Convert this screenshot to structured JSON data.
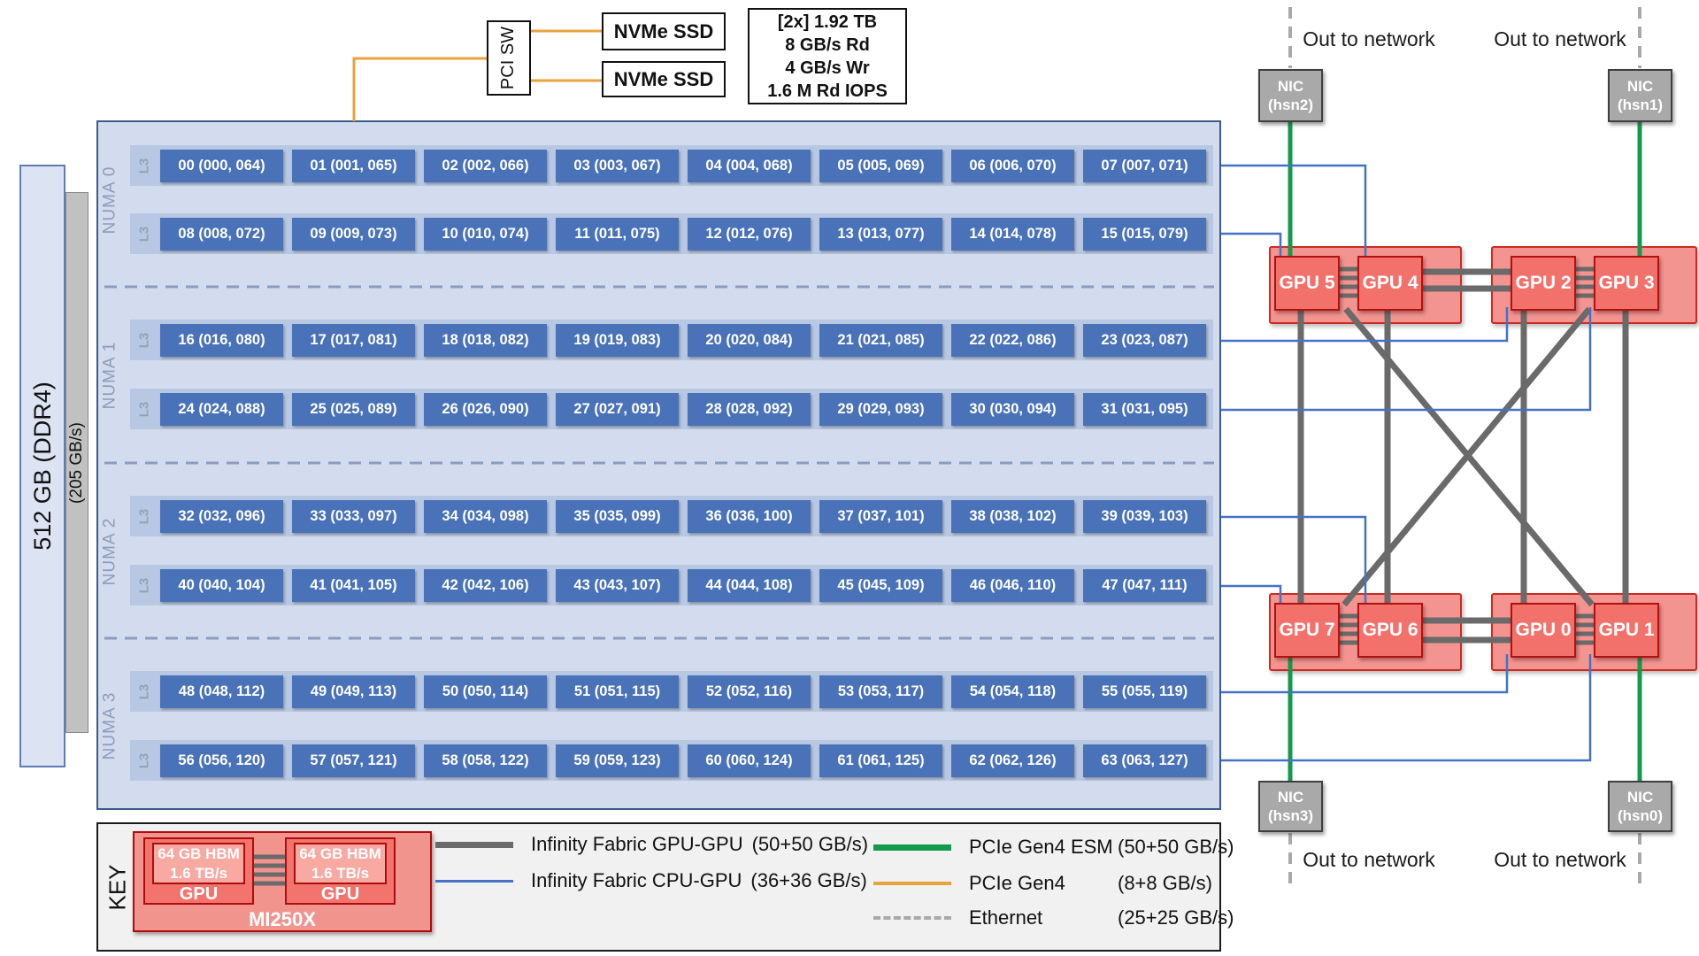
{
  "memory": {
    "dimm_label": "512 GB  (DDR4)",
    "bandwidth_label": "(205 GB/s)"
  },
  "storage": {
    "pci_switch_label": "PCI SW",
    "nvme_labels": [
      "NVMe SSD",
      "NVMe SSD"
    ],
    "stats_lines": [
      "[2x] 1.92 TB",
      "8 GB/s Rd",
      "4 GB/s Wr",
      "1.6 M Rd IOPS"
    ]
  },
  "cpu": {
    "numa_domains": [
      {
        "label": "NUMA 0",
        "rows": [
          {
            "cache": "L3",
            "cores": [
              "00 (000, 064)",
              "01 (001, 065)",
              "02 (002, 066)",
              "03 (003, 067)",
              "04 (004, 068)",
              "05 (005, 069)",
              "06 (006, 070)",
              "07 (007, 071)"
            ]
          },
          {
            "cache": "L3",
            "cores": [
              "08 (008, 072)",
              "09 (009, 073)",
              "10 (010, 074)",
              "11 (011, 075)",
              "12 (012, 076)",
              "13 (013, 077)",
              "14 (014, 078)",
              "15 (015, 079)"
            ]
          }
        ]
      },
      {
        "label": "NUMA 1",
        "rows": [
          {
            "cache": "L3",
            "cores": [
              "16 (016, 080)",
              "17 (017, 081)",
              "18 (018, 082)",
              "19 (019, 083)",
              "20 (020, 084)",
              "21 (021, 085)",
              "22 (022, 086)",
              "23 (023, 087)"
            ]
          },
          {
            "cache": "L3",
            "cores": [
              "24 (024, 088)",
              "25 (025, 089)",
              "26 (026, 090)",
              "27 (027, 091)",
              "28 (028, 092)",
              "29 (029, 093)",
              "30 (030, 094)",
              "31 (031, 095)"
            ]
          }
        ]
      },
      {
        "label": "NUMA 2",
        "rows": [
          {
            "cache": "L3",
            "cores": [
              "32 (032, 096)",
              "33 (033, 097)",
              "34 (034, 098)",
              "35 (035, 099)",
              "36 (036, 100)",
              "37 (037, 101)",
              "38 (038, 102)",
              "39 (039, 103)"
            ]
          },
          {
            "cache": "L3",
            "cores": [
              "40 (040, 104)",
              "41 (041, 105)",
              "42 (042, 106)",
              "43 (043, 107)",
              "44 (044, 108)",
              "45 (045, 109)",
              "46 (046, 110)",
              "47 (047, 111)"
            ]
          }
        ]
      },
      {
        "label": "NUMA 3",
        "rows": [
          {
            "cache": "L3",
            "cores": [
              "48 (048, 112)",
              "49 (049, 113)",
              "50 (050, 114)",
              "51 (051, 115)",
              "52 (052, 116)",
              "53 (053, 117)",
              "54 (054, 118)",
              "55 (055, 119)"
            ]
          },
          {
            "cache": "L3",
            "cores": [
              "56 (056, 120)",
              "57 (057, 121)",
              "58 (058, 122)",
              "59 (059, 123)",
              "60 (060, 124)",
              "61 (061, 125)",
              "62 (062, 126)",
              "63 (063, 127)"
            ]
          }
        ]
      }
    ]
  },
  "gpus": {
    "packages": [
      {
        "gpus": [
          "GPU 5",
          "GPU 4"
        ]
      },
      {
        "gpus": [
          "GPU 2",
          "GPU 3"
        ]
      },
      {
        "gpus": [
          "GPU 7",
          "GPU 6"
        ]
      },
      {
        "gpus": [
          "GPU 0",
          "GPU 1"
        ]
      }
    ]
  },
  "nics": [
    {
      "line1": "NIC",
      "line2": "(hsn2)"
    },
    {
      "line1": "NIC",
      "line2": "(hsn1)"
    },
    {
      "line1": "NIC",
      "line2": "(hsn3)"
    },
    {
      "line1": "NIC",
      "line2": "(hsn0)"
    }
  ],
  "network_labels": [
    "Out to network",
    "Out to network",
    "Out to network",
    "Out to network"
  ],
  "key": {
    "title": "KEY",
    "mi250x": {
      "hbm_line1": "64 GB HBM",
      "hbm_line2": "1.6 TB/s",
      "gpu_label": "GPU",
      "name": "MI250X"
    },
    "legend": [
      {
        "label": "Infinity Fabric GPU-GPU",
        "rate": "(50+50 GB/s)",
        "color": "#6a6a6a"
      },
      {
        "label": "Infinity Fabric CPU-GPU",
        "rate": "(36+36 GB/s)",
        "color": "#4472c4"
      },
      {
        "label": "PCIe Gen4 ESM",
        "rate": "(50+50 GB/s)",
        "color": "#149a4d"
      },
      {
        "label": "PCIe Gen4",
        "rate": "(8+8 GB/s)",
        "color": "#e8a33c"
      },
      {
        "label": "Ethernet",
        "rate": "(25+25 GB/s)",
        "color": "#a9a9a9"
      }
    ]
  }
}
